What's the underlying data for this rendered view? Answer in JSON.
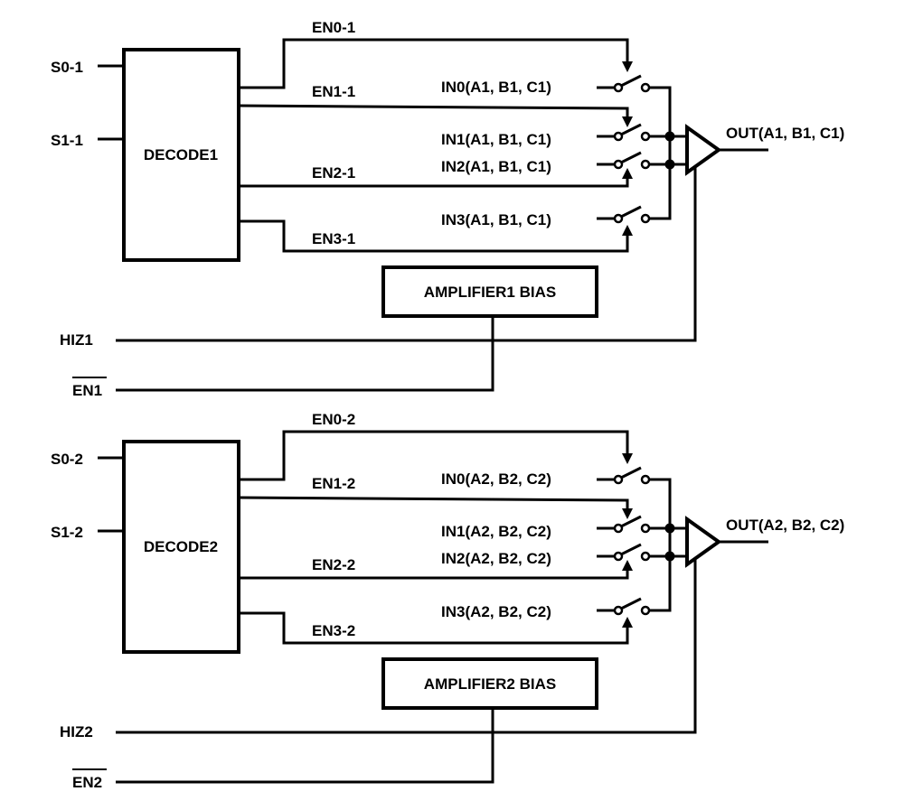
{
  "block1": {
    "inputs": {
      "s0": "S0-1",
      "s1": "S1-1",
      "hiz": "HIZ1",
      "en": "EN1"
    },
    "decoder": "DECODE1",
    "enables": [
      "EN0-1",
      "EN1-1",
      "EN2-1",
      "EN3-1"
    ],
    "channels": [
      "IN0(A1, B1, C1)",
      "IN1(A1, B1, C1)",
      "IN2(A1, B1, C1)",
      "IN3(A1, B1, C1)"
    ],
    "output": "OUT(A1, B1, C1)",
    "bias": "AMPLIFIER1 BIAS"
  },
  "block2": {
    "inputs": {
      "s0": "S0-2",
      "s1": "S1-2",
      "hiz": "HIZ2",
      "en": "EN2"
    },
    "decoder": "DECODE2",
    "enables": [
      "EN0-2",
      "EN1-2",
      "EN2-2",
      "EN3-2"
    ],
    "channels": [
      "IN0(A2, B2, C2)",
      "IN1(A2, B2, C2)",
      "IN2(A2, B2, C2)",
      "IN3(A2, B2, C2)"
    ],
    "output": "OUT(A2, B2, C2)",
    "bias": "AMPLIFIER2 BIAS"
  }
}
